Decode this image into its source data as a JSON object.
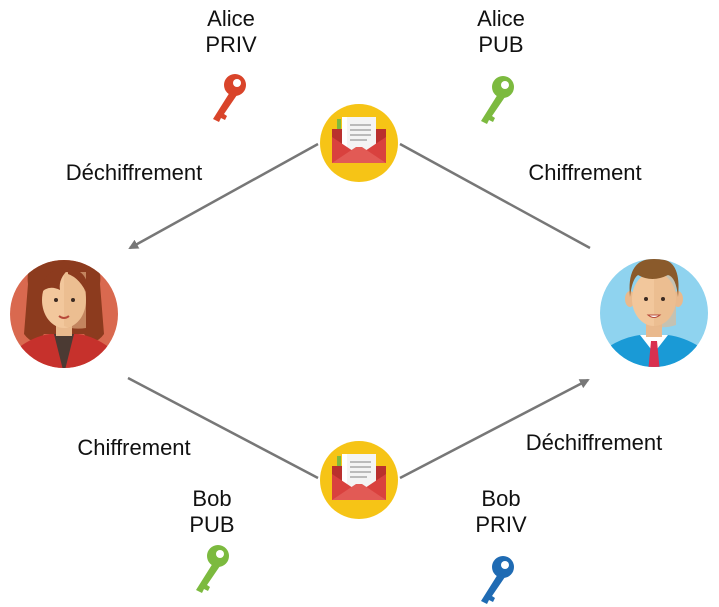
{
  "colors": {
    "arrow": "#777777",
    "alice_priv_key": "#d9442a",
    "alice_pub_key": "#7cba3f",
    "bob_pub_key": "#7cba3f",
    "bob_priv_key": "#1f6bb3",
    "envelope_circle": "#f6c416",
    "envelope": "#d9413e",
    "alice_bg": "#d9694f",
    "bob_bg": "#8fd3ef"
  },
  "keys": {
    "alice_priv": {
      "line1": "Alice",
      "line2": "PRIV",
      "icon": "key-icon"
    },
    "alice_pub": {
      "line1": "Alice",
      "line2": "PUB",
      "icon": "key-icon"
    },
    "bob_pub": {
      "line1": "Bob",
      "line2": "PUB",
      "icon": "key-icon"
    },
    "bob_priv": {
      "line1": "Bob",
      "line2": "PRIV",
      "icon": "key-icon"
    }
  },
  "operations": {
    "top_left": "Déchiffrement",
    "top_right": "Chiffrement",
    "bottom_left": "Chiffrement",
    "bottom_right": "Déchiffrement"
  },
  "nodes": {
    "alice": {
      "icon": "woman-avatar-icon"
    },
    "bob": {
      "icon": "man-avatar-icon"
    },
    "top_message": {
      "icon": "envelope-icon"
    },
    "bottom_message": {
      "icon": "envelope-icon"
    }
  }
}
